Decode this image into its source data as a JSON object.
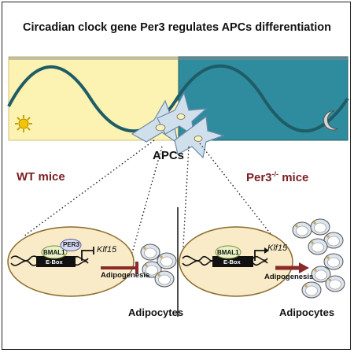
{
  "title": "Circadian clock gene Per3 regulates APCs differentiation",
  "apcs_label": "APCs",
  "wt_label": "WT mice",
  "ko_label": "Per3",
  "ko_superscript": "-/-",
  "ko_suffix": " mice",
  "left_panel": {
    "per3_label": "PER3",
    "bmal1_label": "BMAL1",
    "ebox_label": "E-Box",
    "gene_label": "Klf15",
    "process_label": "Adipogenesis",
    "cells_label": "Adipocytes"
  },
  "right_panel": {
    "bmal1_label": "BMAL1",
    "ebox_label": "E-Box",
    "gene_label": "Klf15",
    "process_label": "Adipogenesis",
    "cells_label": "Adipocytes"
  },
  "colors": {
    "day": "#fcf2b1",
    "night": "#2f8b9e",
    "wave": "#1f5d66",
    "nucleus": "#f9ebc8",
    "accent": "#8a2a2a",
    "ebox": "#111111"
  },
  "icons": [
    "sun-icon",
    "moon-icon",
    "apc-cell-icon",
    "adipocyte-icon",
    "dna-icon"
  ]
}
